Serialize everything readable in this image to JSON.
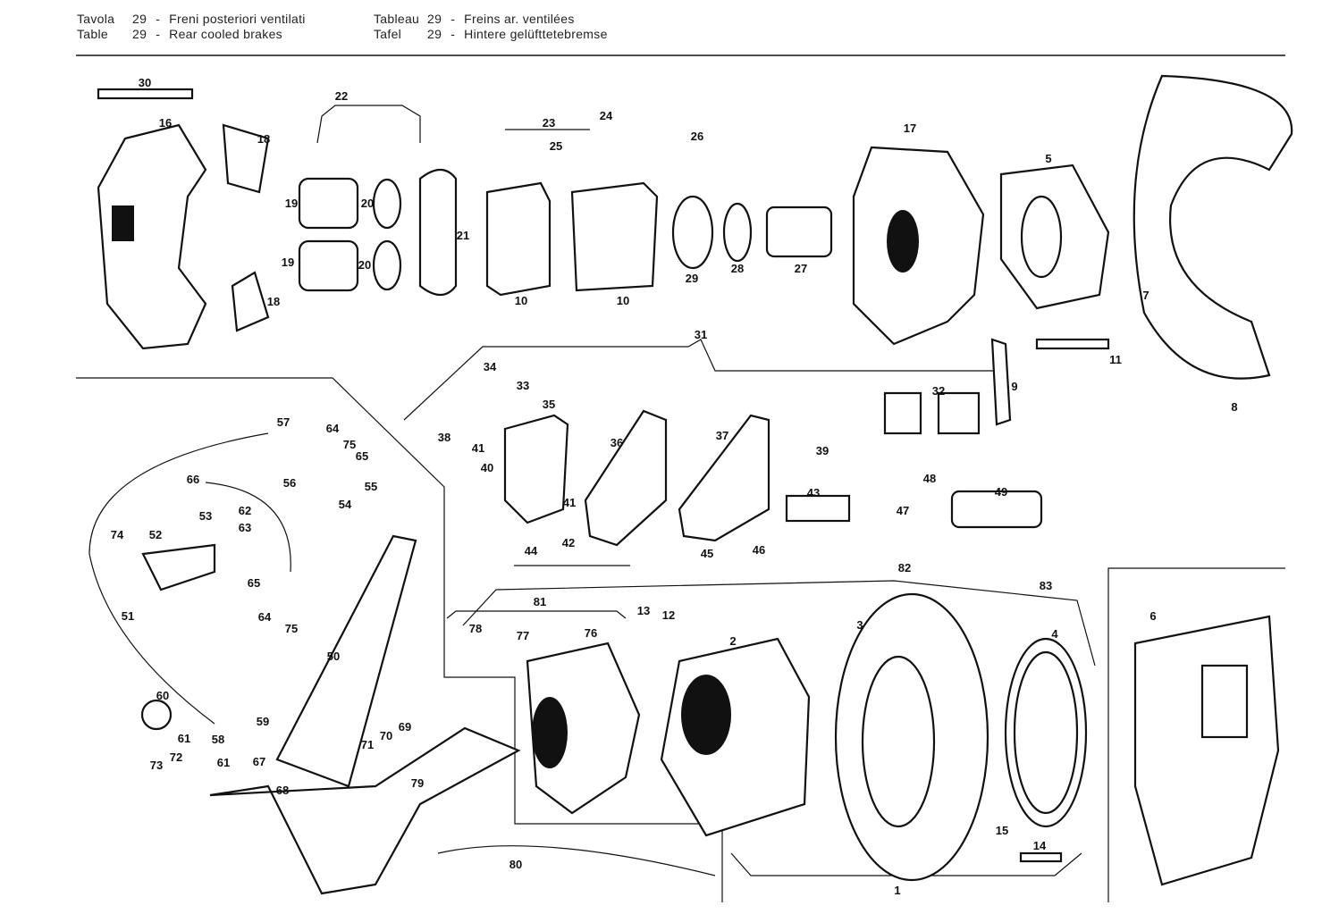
{
  "header": {
    "left": [
      {
        "lang_label": "Tavola",
        "number": "29",
        "title": "Freni posteriori ventilati"
      },
      {
        "lang_label": "Table",
        "number": "29",
        "title": "Rear cooled brakes"
      }
    ],
    "right": [
      {
        "lang_label": "Tableau",
        "number": "29",
        "title": "Freins ar. ventilées"
      },
      {
        "lang_label": "Tafel",
        "number": "29",
        "title": "Hintere gelüfttetebremse"
      }
    ]
  },
  "callouts": [
    "30",
    "16",
    "18",
    "22",
    "23",
    "24",
    "25",
    "26",
    "17",
    "5",
    "19",
    "20",
    "21",
    "19",
    "20",
    "18",
    "10",
    "10",
    "29",
    "28",
    "27",
    "7",
    "31",
    "11",
    "9",
    "8",
    "34",
    "33",
    "35",
    "32",
    "57",
    "64",
    "75",
    "65",
    "55",
    "54",
    "56",
    "66",
    "62",
    "63",
    "53",
    "52",
    "74",
    "38",
    "41",
    "40",
    "36",
    "37",
    "39",
    "48",
    "43",
    "47",
    "49",
    "41",
    "42",
    "44",
    "45",
    "46",
    "65",
    "64",
    "75",
    "51",
    "50",
    "82",
    "83",
    "81",
    "13",
    "12",
    "78",
    "77",
    "76",
    "2",
    "3",
    "4",
    "6",
    "60",
    "59",
    "58",
    "61",
    "72",
    "73",
    "61",
    "67",
    "68",
    "71",
    "70",
    "69",
    "79",
    "80",
    "15",
    "14",
    "1"
  ]
}
